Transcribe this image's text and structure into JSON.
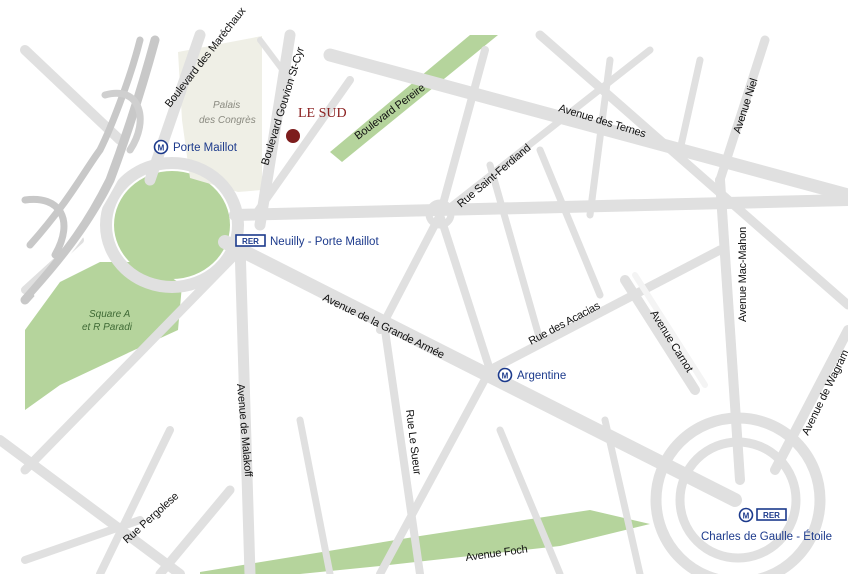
{
  "map": {
    "colors": {
      "background": "#ffffff",
      "road": "#e0e0e0",
      "park": "#b5d49c",
      "building": "#efefe6",
      "rail": "#c8c8c8",
      "metro_blue": "#1c3a8c",
      "lesud_red": "#8b2020"
    },
    "venue": {
      "label": "LE SUD",
      "icon": "location-dot-icon"
    },
    "landmarks": {
      "palais_line1": "Palais",
      "palais_line2": "des Congrès",
      "square_line1": "Square A",
      "square_line2": "et R Paradi"
    },
    "stations": {
      "porte_maillot": {
        "label": "Porte Maillot",
        "badge": "M"
      },
      "neuilly": {
        "label": "Neuilly - Porte Maillot",
        "badge": "RER"
      },
      "argentine": {
        "label": "Argentine",
        "badge": "M"
      },
      "charles_de_gaulle": {
        "label": "Charles de Gaulle - Étoile",
        "badge_metro": "M",
        "badge_rer": "RER"
      }
    },
    "streets": {
      "boulevard_des_marechaux": "Boulevard des Maréchaux",
      "boulevard_gouvion": "Boulevard Gouvion St-Cyr",
      "boulevard_pereire": "Boulevard Pereire",
      "avenue_des_ternes": "Avenue des Ternes",
      "avenue_niel": "Avenue Niel",
      "rue_saint_ferdiand": "Rue Saint-Ferdiand",
      "avenue_mac_mahon": "Avenue Mac-Mahon",
      "avenue_grande_armee": "Avenue de la Grande Armée",
      "rue_des_acacias": "Rue des Acacias",
      "avenue_carnot": "Avenue Carnot",
      "avenue_de_wagram": "Avenue de Wagram",
      "avenue_de_malakoff": "Avenue de Malakoff",
      "rue_le_sueur": "Rue Le Sueur",
      "rue_pergolese": "Rue Pergolese",
      "avenue_foch": "Avenue Foch"
    }
  }
}
